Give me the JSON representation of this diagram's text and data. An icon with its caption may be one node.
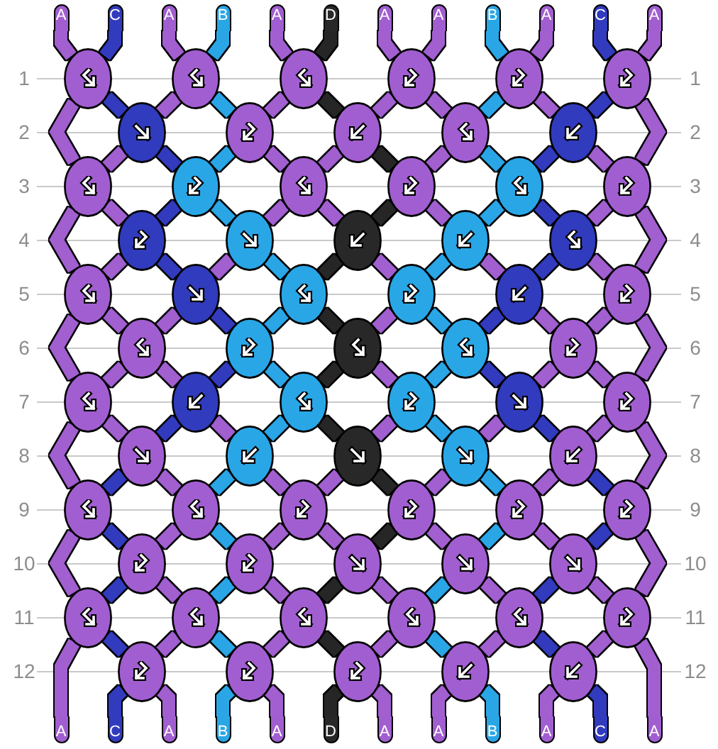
{
  "diagram": {
    "nodes": [
      {
        "text": [
          "A"
        ]
      },
      {
        "text": [
          "C"
        ]
      },
      {
        "text": [
          "A"
        ]
      },
      {
        "text": [
          "B"
        ]
      },
      {
        "text": [
          "A"
        ]
      },
      {
        "text": [
          "D"
        ]
      },
      {
        "text": [
          "A"
        ]
      },
      {
        "text": [
          "A"
        ]
      },
      {
        "text": [
          "B"
        ]
      },
      {
        "text": [
          "A"
        ]
      },
      {
        "text": [
          "C"
        ]
      },
      {
        "text": [
          "A"
        ]
      },
      {
        "text": [],
        "shape": "ellipse"
      },
      {
        "text": [],
        "shape": "ellipse"
      },
      {
        "text": [],
        "shape": "ellipse"
      },
      {
        "text": [],
        "shape": "ellipse"
      },
      {
        "text": [],
        "shape": "ellipse"
      },
      {
        "text": [],
        "shape": "ellipse"
      },
      {
        "text": [],
        "shape": "ellipse"
      },
      {
        "text": [],
        "shape": "ellipse"
      },
      {
        "text": [],
        "shape": "ellipse"
      },
      {
        "text": [],
        "shape": "ellipse"
      },
      {
        "text": [],
        "shape": "ellipse"
      },
      {
        "text": [],
        "shape": "ellipse"
      },
      {
        "text": [],
        "shape": "ellipse"
      },
      {
        "text": [],
        "shape": "ellipse"
      },
      {
        "text": [],
        "shape": "ellipse"
      },
      {
        "text": [],
        "shape": "ellipse"
      },
      {
        "text": [],
        "shape": "ellipse"
      },
      {
        "text": [],
        "shape": "ellipse"
      },
      {
        "text": [],
        "shape": "ellipse"
      },
      {
        "text": [],
        "shape": "ellipse"
      },
      {
        "text": [],
        "shape": "ellipse"
      },
      {
        "text": [],
        "shape": "ellipse"
      },
      {
        "text": [],
        "shape": "ellipse"
      },
      {
        "text": [],
        "shape": "ellipse"
      },
      {
        "text": [],
        "shape": "ellipse"
      },
      {
        "text": [],
        "shape": "ellipse"
      },
      {
        "text": [],
        "shape": "ellipse"
      },
      {
        "text": [],
        "shape": "ellipse"
      },
      {
        "text": [],
        "shape": "ellipse"
      },
      {
        "text": [],
        "shape": "ellipse"
      },
      {
        "text": [],
        "shape": "ellipse"
      },
      {
        "text": [],
        "shape": "ellipse"
      },
      {
        "text": [],
        "shape": "ellipse"
      },
      {
        "text": [],
        "shape": "ellipse"
      },
      {
        "text": [],
        "shape": "ellipse"
      },
      {
        "text": [],
        "shape": "ellipse"
      },
      {
        "text": [],
        "shape": "ellipse"
      },
      {
        "text": [],
        "shape": "ellipse"
      },
      {
        "text": [],
        "shape": "ellipse"
      },
      {
        "text": [],
        "shape": "ellipse"
      },
      {
        "text": [],
        "shape": "ellipse"
      },
      {
        "text": [],
        "shape": "ellipse"
      },
      {
        "text": [],
        "shape": "ellipse"
      },
      {
        "text": [],
        "shape": "ellipse"
      },
      {
        "text": [],
        "shape": "ellipse"
      },
      {
        "text": [],
        "shape": "ellipse"
      },
      {
        "text": [],
        "shape": "ellipse"
      },
      {
        "text": [],
        "shape": "ellipse"
      },
      {
        "text": [],
        "shape": "ellipse"
      },
      {
        "text": [],
        "shape": "ellipse"
      },
      {
        "text": [],
        "shape": "ellipse"
      },
      {
        "text": [],
        "shape": "ellipse"
      },
      {
        "text": [],
        "shape": "ellipse"
      },
      {
        "text": [],
        "shape": "ellipse"
      },
      {
        "text": [],
        "shape": "ellipse"
      },
      {
        "text": [],
        "shape": "ellipse"
      },
      {
        "text": [],
        "shape": "ellipse"
      },
      {
        "text": [],
        "shape": "ellipse"
      },
      {
        "text": [],
        "shape": "ellipse"
      },
      {
        "text": [],
        "shape": "ellipse"
      },
      {
        "text": [],
        "shape": "ellipse"
      },
      {
        "text": [],
        "shape": "ellipse"
      },
      {
        "text": [],
        "shape": "ellipse"
      },
      {
        "text": [],
        "shape": "ellipse"
      },
      {
        "text": [],
        "shape": "ellipse"
      },
      {
        "text": [],
        "shape": "ellipse"
      },
      {
        "text": [
          "A"
        ]
      },
      {
        "text": [
          "C"
        ]
      },
      {
        "text": [
          "A"
        ]
      },
      {
        "text": [
          "B"
        ]
      },
      {
        "text": [
          "A"
        ]
      },
      {
        "text": [
          "D"
        ]
      },
      {
        "text": [
          "A"
        ]
      },
      {
        "text": [
          "A"
        ]
      },
      {
        "text": [
          "B"
        ]
      },
      {
        "text": [
          "A"
        ]
      },
      {
        "text": [
          "C"
        ]
      },
      {
        "text": [
          "A"
        ]
      }
    ],
    "edges": [
      {
        "from": 0,
        "to": 12,
        "arrow": "none"
      },
      {
        "from": 1,
        "to": 12,
        "arrow": "none",
        "color": "#313bbd"
      },
      {
        "from": 2,
        "to": 13,
        "arrow": "none"
      },
      {
        "from": 3,
        "to": 13,
        "arrow": "none",
        "color": "#29a6e6"
      },
      {
        "from": 4,
        "to": 14,
        "arrow": "none"
      },
      {
        "from": 5,
        "to": 14,
        "arrow": "none",
        "color": "#282828"
      },
      {
        "from": 6,
        "to": 15,
        "arrow": "none"
      },
      {
        "from": 7,
        "to": 15,
        "arrow": "none"
      },
      {
        "from": 8,
        "to": 16,
        "arrow": "none",
        "color": "#29a6e6"
      },
      {
        "from": 9,
        "to": 16,
        "arrow": "none"
      },
      {
        "from": 10,
        "to": 17,
        "arrow": "none",
        "color": "#313bbd"
      },
      {
        "from": 11,
        "to": 17,
        "arrow": "none"
      },
      {
        "from": 12,
        "to": 23,
        "arrow": "none"
      },
      {
        "from": 12,
        "to": 18,
        "arrow": "none",
        "color": "#313bbd"
      },
      {
        "from": 13,
        "to": 18,
        "arrow": "none"
      },
      {
        "from": 13,
        "to": 19,
        "arrow": "none",
        "color": "#29a6e6"
      },
      {
        "from": 14,
        "to": 19,
        "arrow": "none"
      },
      {
        "from": 14,
        "to": 20,
        "arrow": "none",
        "color": "#282828"
      },
      {
        "from": 15,
        "to": 20,
        "arrow": "none"
      },
      {
        "from": 15,
        "to": 21,
        "arrow": "none"
      },
      {
        "from": 16,
        "to": 21,
        "arrow": "none",
        "color": "#29a6e6"
      },
      {
        "from": 16,
        "to": 22,
        "arrow": "none"
      },
      {
        "from": 17,
        "to": 22,
        "arrow": "none",
        "color": "#313bbd"
      },
      {
        "from": 17,
        "to": 28,
        "arrow": "none"
      },
      {
        "from": 18,
        "to": 23,
        "arrow": "none"
      },
      {
        "from": 18,
        "to": 24,
        "arrow": "none",
        "color": "#313bbd"
      },
      {
        "from": 19,
        "to": 24,
        "arrow": "none",
        "color": "#29a6e6"
      },
      {
        "from": 19,
        "to": 25,
        "arrow": "none"
      },
      {
        "from": 20,
        "to": 25,
        "arrow": "none"
      },
      {
        "from": 20,
        "to": 26,
        "arrow": "none",
        "color": "#282828"
      },
      {
        "from": 21,
        "to": 26,
        "arrow": "none"
      },
      {
        "from": 21,
        "to": 27,
        "arrow": "none",
        "color": "#29a6e6"
      },
      {
        "from": 22,
        "to": 27,
        "arrow": "none",
        "color": "#313bbd"
      },
      {
        "from": 22,
        "to": 28,
        "arrow": "none"
      },
      {
        "from": 23,
        "to": 34,
        "arrow": "none"
      },
      {
        "from": 23,
        "to": 29,
        "arrow": "none"
      },
      {
        "from": 24,
        "to": 29,
        "arrow": "none",
        "color": "#313bbd"
      },
      {
        "from": 24,
        "to": 30,
        "arrow": "none",
        "color": "#29a6e6"
      },
      {
        "from": 25,
        "to": 30,
        "arrow": "none"
      },
      {
        "from": 25,
        "to": 31,
        "arrow": "none"
      },
      {
        "from": 26,
        "to": 31,
        "arrow": "none",
        "color": "#282828"
      },
      {
        "from": 26,
        "to": 32,
        "arrow": "none"
      },
      {
        "from": 27,
        "to": 32,
        "arrow": "none",
        "color": "#29a6e6"
      },
      {
        "from": 27,
        "to": 33,
        "arrow": "none",
        "color": "#313bbd"
      },
      {
        "from": 28,
        "to": 33,
        "arrow": "none"
      },
      {
        "from": 28,
        "to": 39,
        "arrow": "none"
      },
      {
        "from": 29,
        "to": 34,
        "arrow": "none"
      },
      {
        "from": 29,
        "to": 35,
        "arrow": "none",
        "color": "#313bbd"
      },
      {
        "from": 30,
        "to": 35,
        "arrow": "none"
      },
      {
        "from": 30,
        "to": 36,
        "arrow": "none",
        "color": "#29a6e6"
      },
      {
        "from": 31,
        "to": 36,
        "arrow": "none",
        "color": "#282828"
      },
      {
        "from": 31,
        "to": 37,
        "arrow": "none"
      },
      {
        "from": 32,
        "to": 37,
        "arrow": "none",
        "color": "#29a6e6"
      },
      {
        "from": 32,
        "to": 38,
        "arrow": "none"
      },
      {
        "from": 33,
        "to": 38,
        "arrow": "none",
        "color": "#313bbd"
      },
      {
        "from": 33,
        "to": 39,
        "arrow": "none"
      },
      {
        "from": 34,
        "to": 45,
        "arrow": "none"
      },
      {
        "from": 34,
        "to": 40,
        "arrow": "none"
      },
      {
        "from": 35,
        "to": 40,
        "arrow": "none"
      },
      {
        "from": 35,
        "to": 41,
        "arrow": "none",
        "color": "#313bbd"
      },
      {
        "from": 36,
        "to": 41,
        "arrow": "none",
        "color": "#29a6e6"
      },
      {
        "from": 36,
        "to": 42,
        "arrow": "none",
        "color": "#282828"
      },
      {
        "from": 37,
        "to": 42,
        "arrow": "none"
      },
      {
        "from": 37,
        "to": 43,
        "arrow": "none",
        "color": "#29a6e6"
      },
      {
        "from": 38,
        "to": 43,
        "arrow": "none",
        "color": "#313bbd"
      },
      {
        "from": 38,
        "to": 44,
        "arrow": "none"
      },
      {
        "from": 39,
        "to": 44,
        "arrow": "none"
      },
      {
        "from": 39,
        "to": 50,
        "arrow": "none"
      },
      {
        "from": 40,
        "to": 45,
        "arrow": "none"
      },
      {
        "from": 40,
        "to": 46,
        "arrow": "none"
      },
      {
        "from": 41,
        "to": 46,
        "arrow": "none",
        "color": "#313bbd"
      },
      {
        "from": 41,
        "to": 47,
        "arrow": "none",
        "color": "#29a6e6"
      },
      {
        "from": 42,
        "to": 47,
        "arrow": "none",
        "color": "#282828"
      },
      {
        "from": 42,
        "to": 48,
        "arrow": "none"
      },
      {
        "from": 43,
        "to": 48,
        "arrow": "none",
        "color": "#29a6e6"
      },
      {
        "from": 43,
        "to": 49,
        "arrow": "none",
        "color": "#313bbd"
      },
      {
        "from": 44,
        "to": 49,
        "arrow": "none"
      },
      {
        "from": 44,
        "to": 50,
        "arrow": "none"
      },
      {
        "from": 45,
        "to": 56,
        "arrow": "none"
      },
      {
        "from": 45,
        "to": 51,
        "arrow": "none"
      },
      {
        "from": 46,
        "to": 51,
        "arrow": "none",
        "color": "#313bbd"
      },
      {
        "from": 46,
        "to": 52,
        "arrow": "none"
      },
      {
        "from": 47,
        "to": 52,
        "arrow": "none",
        "color": "#29a6e6"
      },
      {
        "from": 47,
        "to": 53,
        "arrow": "none",
        "color": "#282828"
      },
      {
        "from": 48,
        "to": 53,
        "arrow": "none"
      },
      {
        "from": 48,
        "to": 54,
        "arrow": "none",
        "color": "#29a6e6"
      },
      {
        "from": 49,
        "to": 54,
        "arrow": "none"
      },
      {
        "from": 49,
        "to": 55,
        "arrow": "none",
        "color": "#313bbd"
      },
      {
        "from": 50,
        "to": 55,
        "arrow": "none"
      },
      {
        "from": 50,
        "to": 61,
        "arrow": "none"
      },
      {
        "from": 51,
        "to": 56,
        "arrow": "none",
        "color": "#313bbd"
      },
      {
        "from": 51,
        "to": 57,
        "arrow": "none"
      },
      {
        "from": 52,
        "to": 57,
        "arrow": "none",
        "color": "#29a6e6"
      },
      {
        "from": 52,
        "to": 58,
        "arrow": "none"
      },
      {
        "from": 53,
        "to": 58,
        "arrow": "none"
      },
      {
        "from": 53,
        "to": 59,
        "arrow": "none",
        "color": "#282828"
      },
      {
        "from": 54,
        "to": 59,
        "arrow": "none"
      },
      {
        "from": 54,
        "to": 60,
        "arrow": "none",
        "color": "#29a6e6"
      },
      {
        "from": 55,
        "to": 60,
        "arrow": "none"
      },
      {
        "from": 55,
        "to": 61,
        "arrow": "none",
        "color": "#313bbd"
      },
      {
        "from": 56,
        "to": 67,
        "arrow": "none"
      },
      {
        "from": 56,
        "to": 62,
        "arrow": "none",
        "color": "#313bbd"
      },
      {
        "from": 57,
        "to": 62,
        "arrow": "none"
      },
      {
        "from": 57,
        "to": 63,
        "arrow": "none",
        "color": "#29a6e6"
      },
      {
        "from": 58,
        "to": 63,
        "arrow": "none"
      },
      {
        "from": 58,
        "to": 64,
        "arrow": "none"
      },
      {
        "from": 59,
        "to": 64,
        "arrow": "none",
        "color": "#282828"
      },
      {
        "from": 59,
        "to": 65,
        "arrow": "none"
      },
      {
        "from": 60,
        "to": 65,
        "arrow": "none",
        "color": "#29a6e6"
      },
      {
        "from": 60,
        "to": 66,
        "arrow": "none"
      },
      {
        "from": 61,
        "to": 66,
        "arrow": "none",
        "color": "#313bbd"
      },
      {
        "from": 61,
        "to": 72,
        "arrow": "none"
      },
      {
        "from": 62,
        "to": 67,
        "arrow": "none",
        "color": "#313bbd"
      },
      {
        "from": 62,
        "to": 68,
        "arrow": "none"
      },
      {
        "from": 63,
        "to": 68,
        "arrow": "none",
        "color": "#29a6e6"
      },
      {
        "from": 63,
        "to": 69,
        "arrow": "none"
      },
      {
        "from": 64,
        "to": 69,
        "arrow": "none",
        "color": "#282828"
      },
      {
        "from": 64,
        "to": 70,
        "arrow": "none"
      },
      {
        "from": 65,
        "to": 70,
        "arrow": "none",
        "color": "#29a6e6"
      },
      {
        "from": 65,
        "to": 71,
        "arrow": "none"
      },
      {
        "from": 66,
        "to": 71,
        "arrow": "none",
        "color": "#313bbd"
      },
      {
        "from": 66,
        "to": 72,
        "arrow": "none"
      },
      {
        "from": 67,
        "to": 78,
        "arrow": "none"
      },
      {
        "from": 67,
        "to": 73,
        "arrow": "none",
        "color": "#313bbd"
      },
      {
        "from": 68,
        "to": 73,
        "arrow": "none"
      },
      {
        "from": 68,
        "to": 74,
        "arrow": "none",
        "color": "#29a6e6"
      },
      {
        "from": 69,
        "to": 74,
        "arrow": "none"
      },
      {
        "from": 69,
        "to": 75,
        "arrow": "none",
        "color": "#282828"
      },
      {
        "from": 70,
        "to": 75,
        "arrow": "none"
      },
      {
        "from": 70,
        "to": 76,
        "arrow": "none",
        "color": "#29a6e6"
      },
      {
        "from": 71,
        "to": 76,
        "arrow": "none"
      },
      {
        "from": 71,
        "to": 77,
        "arrow": "none",
        "color": "#313bbd"
      },
      {
        "from": 72,
        "to": 77,
        "arrow": "none"
      },
      {
        "from": 72,
        "to": 89,
        "arrow": "none"
      },
      {
        "from": 73,
        "to": 79,
        "arrow": "none",
        "color": "#313bbd"
      },
      {
        "from": 73,
        "to": 80,
        "arrow": "none"
      },
      {
        "from": 74,
        "to": 81,
        "arrow": "none",
        "color": "#29a6e6"
      },
      {
        "from": 74,
        "to": 82,
        "arrow": "none"
      },
      {
        "from": 75,
        "to": 83,
        "arrow": "none",
        "color": "#282828"
      },
      {
        "from": 75,
        "to": 84,
        "arrow": "none"
      },
      {
        "from": 76,
        "to": 85,
        "arrow": "none"
      },
      {
        "from": 76,
        "to": 86,
        "arrow": "none",
        "color": "#29a6e6"
      },
      {
        "from": 77,
        "to": 87,
        "arrow": "none"
      },
      {
        "from": 77,
        "to": 88,
        "arrow": "none",
        "color": "#313bbd"
      }
    ],
    "labels": [
      "1",
      "1",
      "2",
      "2",
      "3",
      "3",
      "4",
      "4",
      "5",
      "5",
      "6",
      "6",
      "7",
      "7",
      "8",
      "8",
      "9",
      "9",
      "10",
      "10",
      "11",
      "11",
      "12",
      "12"
    ]
  }
}
